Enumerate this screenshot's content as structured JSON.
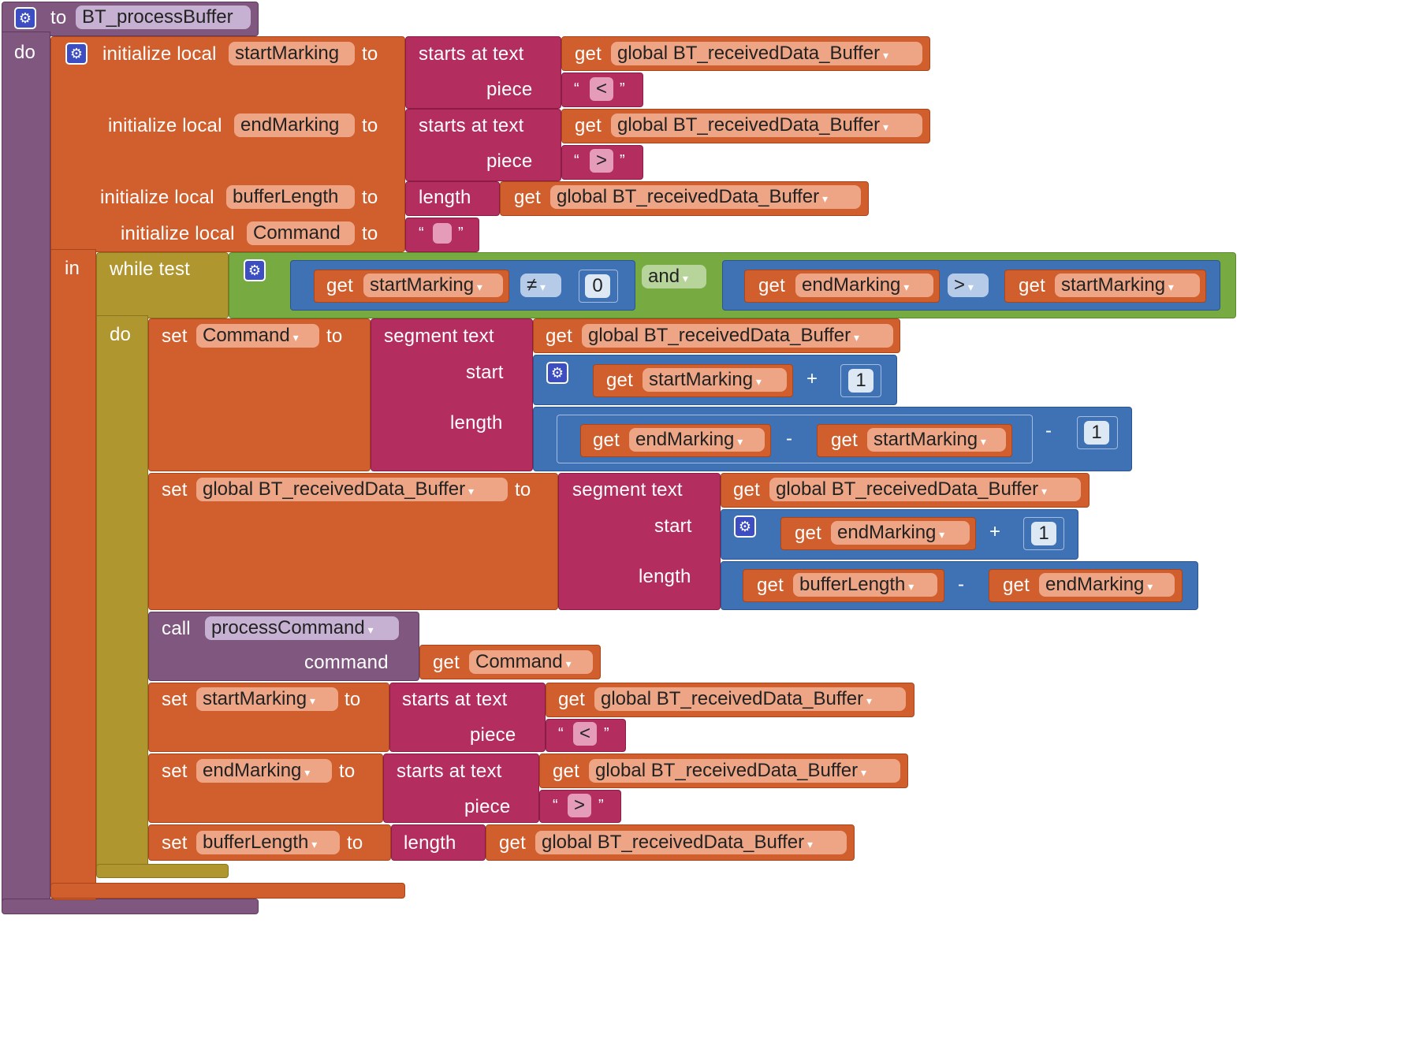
{
  "colors": {
    "procedure": "#7f577f",
    "variable": "#d05f2d",
    "text": "#b32d5e",
    "math": "#3f71b5",
    "control": "#b0962f",
    "logic": "#77ab41",
    "mutator": "#3c4ec2"
  },
  "icons": {
    "mutator": "gear-icon",
    "dropdown": "chevron-down-icon"
  },
  "kw": {
    "to": "to",
    "do": "do",
    "in": "in",
    "initialize_local": "initialize local",
    "starts_at_text": "starts at  text",
    "piece": "piece",
    "length": "length",
    "get": "get",
    "set": "set",
    "while_test": "while  test",
    "and": "and",
    "segment_text": "segment  text",
    "start": "start",
    "call": "call",
    "command": "command",
    "open_quote": "“",
    "close_quote": "”",
    "neq": "≠",
    "gt": ">",
    "plus": "+",
    "minus": "-"
  },
  "procedure": {
    "name": "BT_processBuffer"
  },
  "locals": {
    "startMarking": "startMarking",
    "endMarking": "endMarking",
    "bufferLength": "bufferLength",
    "Command": "Command"
  },
  "globals": {
    "buffer": "global BT_receivedData_Buffer"
  },
  "texts": {
    "lt": "<",
    "gt": ">",
    "empty": ""
  },
  "numbers": {
    "zero": "0",
    "one": "1"
  },
  "call": {
    "procedure": "processCommand"
  }
}
